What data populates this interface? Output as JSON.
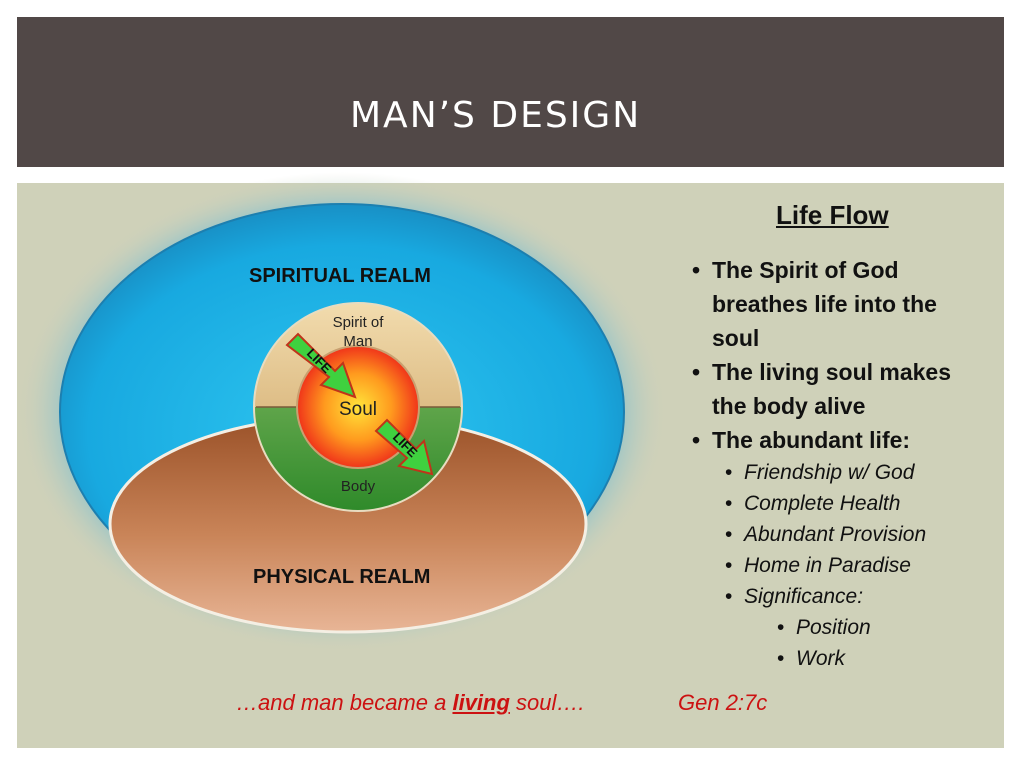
{
  "title": "MAN’S DESIGN",
  "diagram": {
    "spiritual_realm": "SPIRITUAL REALM",
    "physical_realm": "PHYSICAL REALM",
    "spirit_of": "Spirit of",
    "man": "Man",
    "soul": "Soul",
    "body": "Body",
    "life_arrow": "LIFE",
    "colors": {
      "spiritual": "#1aa8dd",
      "physical": "#b6683d",
      "soul": "#ff4a1a",
      "spirit_ring": "#d9b47a",
      "body_ring": "#3a9432",
      "arrow": "#3fd13f"
    }
  },
  "life_flow": {
    "title": "Life Flow",
    "items": [
      {
        "text": "The Spirit of God",
        "level": 1
      },
      {
        "text": "breathes life into the",
        "level": 0
      },
      {
        "text": "soul",
        "level": 0
      },
      {
        "text": "The living soul makes",
        "level": 1
      },
      {
        "text": "the body alive",
        "level": 0
      },
      {
        "text": "The abundant life:",
        "level": 1
      },
      {
        "text": "Friendship w/ God",
        "level": 2
      },
      {
        "text": "Complete Health",
        "level": 2
      },
      {
        "text": "Abundant Provision",
        "level": 2
      },
      {
        "text": "Home in Paradise",
        "level": 2
      },
      {
        "text": "Significance:",
        "level": 2
      },
      {
        "text": "Position",
        "level": 3
      },
      {
        "text": "Work",
        "level": 3
      }
    ]
  },
  "quote": {
    "before": "…and man became a ",
    "emphasis": "living",
    "after": " soul….",
    "reference": "Gen 2:7c"
  }
}
